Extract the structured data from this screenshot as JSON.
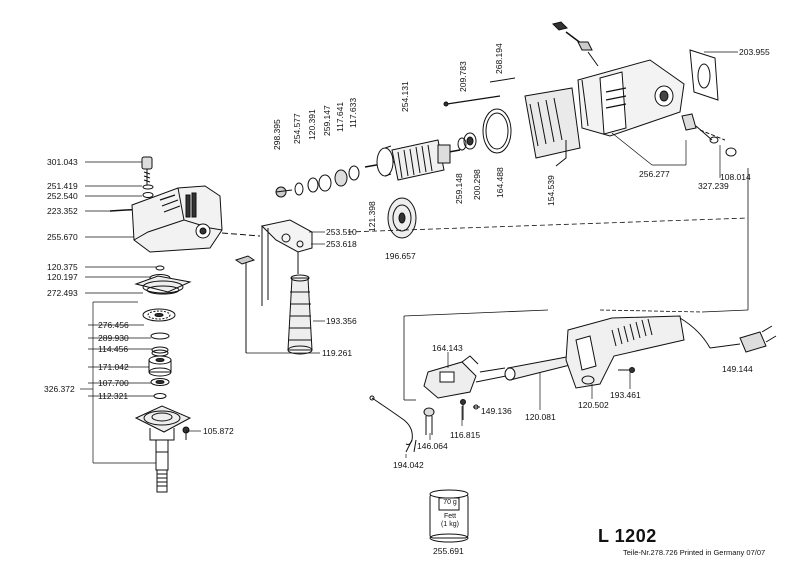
{
  "title": "L 1202",
  "footer": "Teile-Nr.278.726 Printed in Germany 07/07",
  "grease": {
    "weight": "70 g",
    "name": "Fett",
    "size": "(1 kg)",
    "part": "255.691"
  },
  "labels": {
    "p301043": "301.043",
    "p251419": "251.419",
    "p252540": "252.540",
    "p223352": "223.352",
    "p255670": "255.670",
    "p120375": "120.375",
    "p120197": "120.197",
    "p272493": "272.493",
    "p276456": "276.456",
    "p289930": "289.930",
    "p114456": "114.456",
    "p171042": "171.042",
    "p107700": "107.700",
    "p326372": "326.372",
    "p112321": "112.321",
    "p105872": "105.872",
    "p253510": "253.510",
    "p253618": "253.618",
    "p193356": "193.356",
    "p119261": "119.261",
    "p298395": "298.395",
    "p254577": "254.577",
    "p120391": "120.391",
    "p259147": "259.147",
    "p117641": "117.641",
    "p117633": "117.633",
    "p254131": "254.131",
    "p121398": "121.398",
    "p196657": "196.657",
    "p209783": "209.783",
    "p268194": "268.194",
    "p259148": "259.148",
    "p200298": "200.298",
    "p164488": "164.488",
    "p154539": "154.539",
    "p203955": "203.955",
    "p256277": "256.277",
    "p327239": "327.239",
    "p108014": "108.014",
    "p164143": "164.143",
    "p149136": "149.136",
    "p116815": "116.815",
    "p146064": "146.064",
    "p194042": "194.042",
    "p120081": "120.081",
    "p120502": "120.502",
    "p193461": "193.461",
    "p149144": "149.144"
  }
}
